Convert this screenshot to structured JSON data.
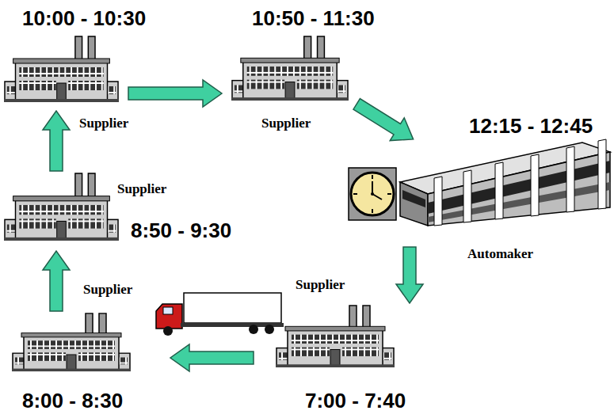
{
  "diagram": {
    "nodes": [
      {
        "text": [
          "10:00 - 10:30",
          "Supplier"
        ]
      },
      {
        "text": [
          "10:50 - 11:30",
          "Supplier"
        ]
      },
      {
        "text": [
          "12:15 - 12:45",
          "Automaker"
        ]
      },
      {
        "text": [
          "Supplier",
          "8:50 - 9:30"
        ]
      },
      {
        "text": [
          "Supplier",
          "8:00 - 8:30"
        ]
      },
      {
        "text": [
          "Supplier",
          "7:00 - 7:40"
        ]
      }
    ],
    "edges": [
      {
        "from": 0,
        "to": 1,
        "arrow": "to"
      },
      {
        "from": 1,
        "to": 2,
        "arrow": "to"
      },
      {
        "from": 2,
        "to": 5,
        "arrow": "to"
      },
      {
        "from": 5,
        "to": 4,
        "arrow": "to"
      },
      {
        "from": 4,
        "to": 3,
        "arrow": "to"
      },
      {
        "from": 3,
        "to": 0,
        "arrow": "to"
      }
    ]
  }
}
